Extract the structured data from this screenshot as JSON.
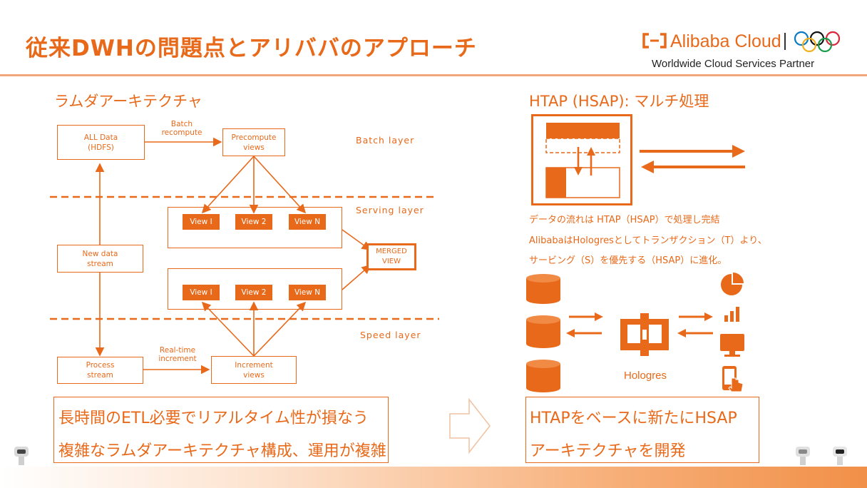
{
  "header": {
    "title": "従来DWHの問題点とアリババのアプローチ",
    "logo_text": "Alibaba Cloud",
    "logo_subtitle": "Worldwide Cloud Services Partner"
  },
  "left": {
    "section_title": "ラムダアーキテクチャ",
    "boxes": {
      "all_data": [
        "ALL Data",
        "(HDFS)"
      ],
      "precompute": [
        "Precompute",
        "views"
      ],
      "new_data": [
        "New data",
        "stream"
      ],
      "merged": [
        "MERGED",
        "VIEW"
      ],
      "process": [
        "Process",
        "stream"
      ],
      "increment": [
        "Increment",
        "views"
      ]
    },
    "edge_labels": {
      "batch_recompute": [
        "Batch",
        "recompute"
      ],
      "realtime_increment": [
        "Real-time",
        "increment"
      ]
    },
    "views_serving": [
      "View I",
      "View 2",
      "View N"
    ],
    "views_speed": [
      "View I",
      "View 2",
      "View N"
    ],
    "layers": {
      "batch": "Batch layer",
      "serving": "Serving layer",
      "speed": "Speed layer"
    },
    "issues": [
      "長時間のETL必要でリアルタイム性が損なう",
      "複雑なラムダアーキテクチャ構成、運用が複雑"
    ]
  },
  "right": {
    "section_title": "HTAP (HSAP): マルチ処理",
    "notes": [
      "データの流れは HTAP（HSAP）で処理し完結",
      "AlibabaはHologresとしてトランザクション（T）より、",
      "サービング（S）を優先する（HSAP）に進化。"
    ],
    "hub_label": "Hologres",
    "icons": {
      "sources": [
        "database-icon",
        "database-icon",
        "database-icon"
      ],
      "outputs": [
        "pie-chart-icon",
        "bar-chart-icon",
        "monitor-icon",
        "mobile-touch-icon"
      ]
    },
    "conclusion": [
      "HTAPをベースに新たにHSAP",
      "アーキテクチャを開発"
    ]
  },
  "colors": {
    "accent": "#e8691a",
    "rule": "#f0a57a",
    "footer_gradient_end": "#f19048"
  }
}
